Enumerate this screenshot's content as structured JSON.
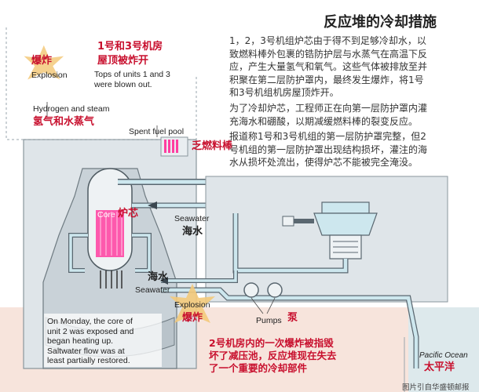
{
  "title": "反应堆的冷却措施",
  "paragraphs": [
    [
      "1，2，3号机组炉芯由于得不到足够冷却水，以",
      "致燃料棒外包裹的锆防护层与水蒸气在高温下反",
      "应，产生大量氢气和氧气。这些气体被排放至并",
      "积聚在第二层防护罩内，最终发生爆炸，将1号",
      "和3号机组机房屋顶炸开。"
    ],
    [
      "为了冷却炉芯，工程师正在向第一层防护罩内灌",
      "充海水和硼酸，以期减缓燃料棒的裂变反应。"
    ],
    [
      "报道称1号和3号机组的第一层防护罩完整，但2",
      "号机组的第一层防护罩出现结构损坏，灌注的海",
      "水从损坏处流出，使得炉芯不能被完全淹没。"
    ]
  ],
  "labels": {
    "explosion_top_cn": "爆炸",
    "explosion_top_en": "Explosion",
    "roof_cn_1": "1号和3号机房",
    "roof_cn_2": "屋顶被炸开",
    "roof_en_1": "Tops of units 1 and 3",
    "roof_en_2": "were blown out.",
    "hydrogen_en": "Hydrogen and steam",
    "hydrogen_cn": "氢气和水蒸气",
    "spent_fuel_en": "Spent fuel pool",
    "spent_fuel_cn": "乏燃料棒",
    "core_en": "Core",
    "core_cn": "炉芯",
    "seawater_right_en": "Seawater",
    "seawater_right_cn": "海水",
    "seawater_left_cn": "海水",
    "seawater_left_en": "Seawater",
    "explosion_mid_en": "Explosion",
    "explosion_mid_cn": "爆炸",
    "pumps_en": "Pumps",
    "pumps_cn": "泵",
    "pacific_en": "Pacific Ocean",
    "pacific_cn": "太平洋",
    "monday_note": [
      "On Monday, the core of",
      "unit 2 was exposed and",
      "began heating up.",
      "Saltwater flow was at",
      "least partially restored."
    ],
    "unit2_cn": [
      "2号机房内的一次爆炸被指毁",
      "坏了减压池，反应堆现在失去",
      "了一个重要的冷却部件"
    ],
    "credit": "图片引自华盛顿邮报"
  },
  "colors": {
    "building": "#c9d2d8",
    "pipe": "#cde7ee",
    "pipe_stroke": "#5a6770",
    "core": "#ff3ea0",
    "explosion": "#f3c97a",
    "label_red": "#c8102e",
    "bottom_band": "#f7e4dc",
    "ocean": "#dde9ec"
  }
}
